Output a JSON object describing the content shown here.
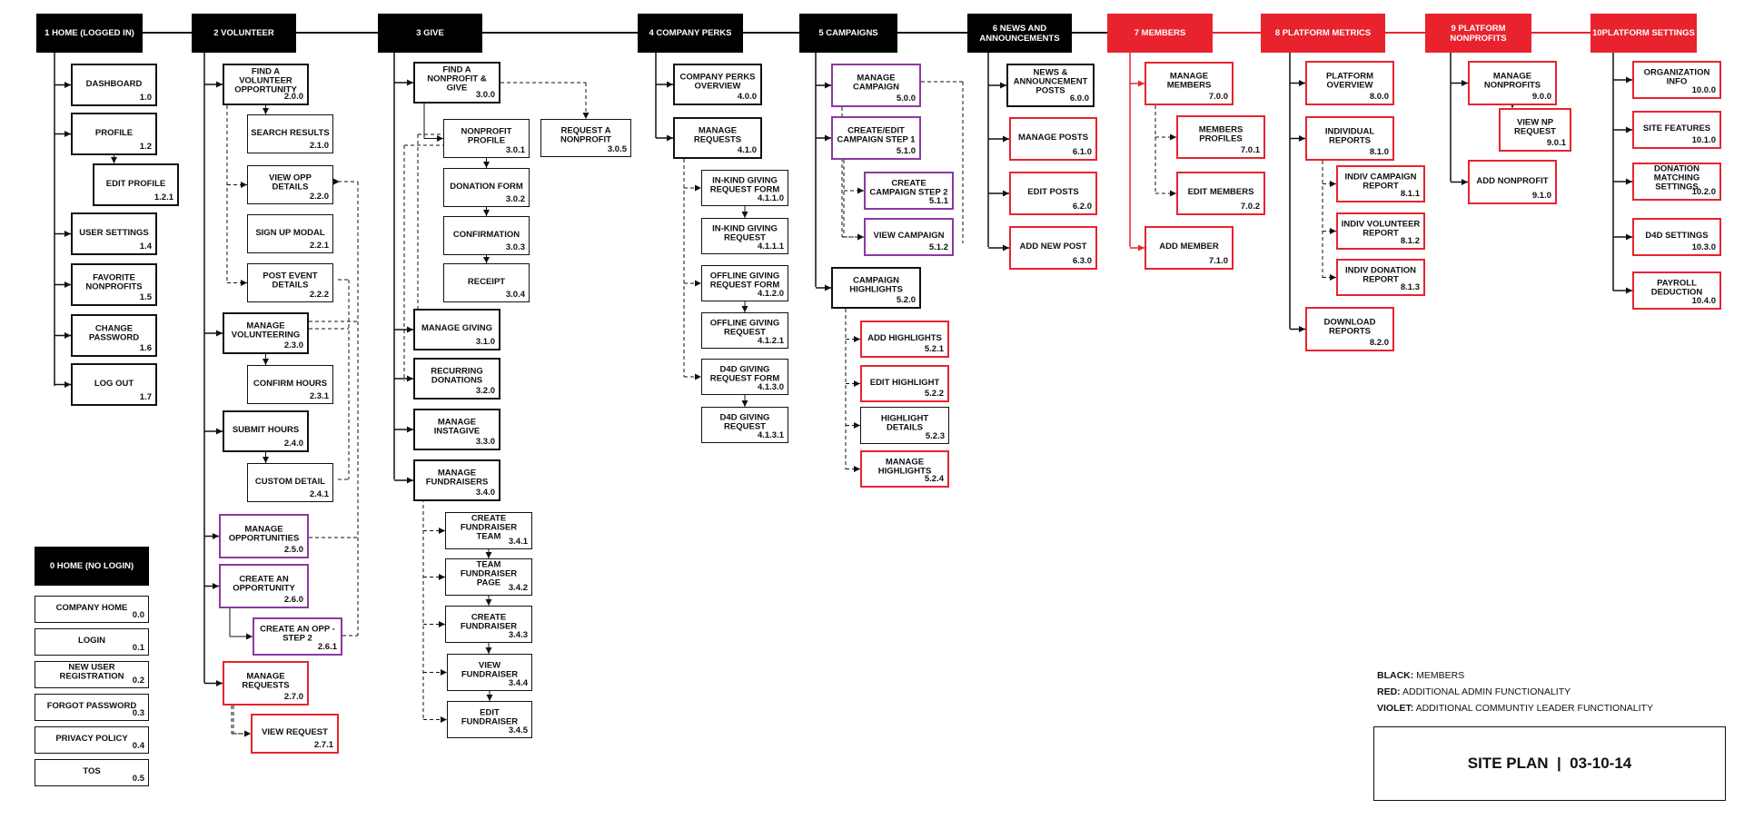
{
  "legend": {
    "black_key": "BLACK:",
    "black_value": "MEMBERS",
    "red_key": "RED:",
    "red_value": "ADDITIONAL ADMIN FUNCTIONALITY",
    "violet_key": "VIOLET:",
    "violet_value": "ADDITIONAL COMMUNTIY LEADER FUNCTIONALITY"
  },
  "title": "SITE PLAN  |  03-10-14",
  "sections": [
    {
      "id": "s1",
      "label": "1 HOME (LOGGED IN)",
      "color": "black"
    },
    {
      "id": "s2",
      "label": "2 VOLUNTEER",
      "color": "black"
    },
    {
      "id": "s3",
      "label": "3 GIVE",
      "color": "black"
    },
    {
      "id": "s4",
      "label": "4 COMPANY PERKS",
      "color": "black"
    },
    {
      "id": "s5",
      "label": "5 CAMPAIGNS",
      "color": "black"
    },
    {
      "id": "s6",
      "label": "6 NEWS AND ANNOUNCEMENTS",
      "color": "black"
    },
    {
      "id": "s7",
      "label": "7 MEMBERS",
      "color": "red"
    },
    {
      "id": "s8",
      "label": "8 PLATFORM METRICS",
      "color": "red"
    },
    {
      "id": "s9",
      "label": "9 PLATFORM NONPROFITS",
      "color": "red"
    },
    {
      "id": "s10",
      "label": "10PLATFORM SETTINGS",
      "color": "red"
    },
    {
      "id": "s0",
      "label": "0 HOME (NO LOGIN)",
      "color": "black"
    }
  ],
  "pages": [
    {
      "id": "p1_0",
      "label": "DASHBOARD",
      "number": "1.0",
      "color": "black"
    },
    {
      "id": "p1_2",
      "label": "PROFILE",
      "number": "1.2",
      "color": "black"
    },
    {
      "id": "p1_2_1",
      "label": "EDIT PROFILE",
      "number": "1.2.1",
      "color": "black"
    },
    {
      "id": "p1_4",
      "label": "USER SETTINGS",
      "number": "1.4",
      "color": "black"
    },
    {
      "id": "p1_5",
      "label": "FAVORITE NONPROFITS",
      "number": "1.5",
      "color": "black"
    },
    {
      "id": "p1_6",
      "label": "CHANGE PASSWORD",
      "number": "1.6",
      "color": "black"
    },
    {
      "id": "p1_7",
      "label": "LOG OUT",
      "number": "1.7",
      "color": "black"
    },
    {
      "id": "p2_0_0",
      "label": "FIND A VOLUNTEER OPPORTUNITY",
      "number": "2.0.0",
      "color": "black"
    },
    {
      "id": "p2_1_0",
      "label": "SEARCH RESULTS",
      "number": "2.1.0",
      "color": "black"
    },
    {
      "id": "p2_2_0",
      "label": "VIEW OPP DETAILS",
      "number": "2.2.0",
      "color": "black"
    },
    {
      "id": "p2_2_1",
      "label": "SIGN UP MODAL",
      "number": "2.2.1",
      "color": "black"
    },
    {
      "id": "p2_2_2",
      "label": "POST EVENT DETAILS",
      "number": "2.2.2",
      "color": "black"
    },
    {
      "id": "p2_3_0",
      "label": "MANAGE VOLUNTEERING",
      "number": "2.3.0",
      "color": "black"
    },
    {
      "id": "p2_3_1",
      "label": "CONFIRM HOURS",
      "number": "2.3.1",
      "color": "black"
    },
    {
      "id": "p2_4_0",
      "label": "SUBMIT HOURS",
      "number": "2.4.0",
      "color": "black"
    },
    {
      "id": "p2_4_1",
      "label": "CUSTOM DETAIL",
      "number": "2.4.1",
      "color": "black"
    },
    {
      "id": "p2_5_0",
      "label": "MANAGE OPPORTUNITIES",
      "number": "2.5.0",
      "color": "violet"
    },
    {
      "id": "p2_6_0",
      "label": "CREATE AN OPPORTUNITY",
      "number": "2.6.0",
      "color": "violet"
    },
    {
      "id": "p2_6_1",
      "label": "CREATE AN OPP - STEP 2",
      "number": "2.6.1",
      "color": "violet"
    },
    {
      "id": "p2_7_0",
      "label": "MANAGE REQUESTS",
      "number": "2.7.0",
      "color": "red"
    },
    {
      "id": "p2_7_1",
      "label": "VIEW REQUEST",
      "number": "2.7.1",
      "color": "red"
    },
    {
      "id": "p3_0_0",
      "label": "FIND A NONPROFIT & GIVE",
      "number": "3.0.0",
      "color": "black"
    },
    {
      "id": "p3_0_1",
      "label": "NONPROFIT PROFILE",
      "number": "3.0.1",
      "color": "black"
    },
    {
      "id": "p3_0_2",
      "label": "DONATION FORM",
      "number": "3.0.2",
      "color": "black"
    },
    {
      "id": "p3_0_3",
      "label": "CONFIRMATION",
      "number": "3.0.3",
      "color": "black"
    },
    {
      "id": "p3_0_4",
      "label": "RECEIPT",
      "number": "3.0.4",
      "color": "black"
    },
    {
      "id": "p3_0_5",
      "label": "REQUEST A NONPROFIT",
      "number": "3.0.5",
      "color": "black"
    },
    {
      "id": "p3_1_0",
      "label": "MANAGE GIVING",
      "number": "3.1.0",
      "color": "black"
    },
    {
      "id": "p3_2_0",
      "label": "RECURRING DONATIONS",
      "number": "3.2.0",
      "color": "black"
    },
    {
      "id": "p3_3_0",
      "label": "MANAGE INSTAGIVE",
      "number": "3.3.0",
      "color": "black"
    },
    {
      "id": "p3_4_0",
      "label": "MANAGE FUNDRAISERS",
      "number": "3.4.0",
      "color": "black"
    },
    {
      "id": "p3_4_1",
      "label": "CREATE FUNDRAISER TEAM",
      "number": "3.4.1",
      "color": "black"
    },
    {
      "id": "p3_4_2",
      "label": "TEAM FUNDRAISER PAGE",
      "number": "3.4.2",
      "color": "black"
    },
    {
      "id": "p3_4_3",
      "label": "CREATE FUNDRAISER",
      "number": "3.4.3",
      "color": "black"
    },
    {
      "id": "p3_4_4",
      "label": "VIEW FUNDRAISER",
      "number": "3.4.4",
      "color": "black"
    },
    {
      "id": "p3_4_5",
      "label": "EDIT FUNDRAISER",
      "number": "3.4.5",
      "color": "black"
    },
    {
      "id": "p4_0_0",
      "label": "COMPANY PERKS OVERVIEW",
      "number": "4.0.0",
      "color": "black"
    },
    {
      "id": "p4_1_0",
      "label": "MANAGE REQUESTS",
      "number": "4.1.0",
      "color": "black"
    },
    {
      "id": "p4_1_1_0",
      "label": "IN-KIND GIVING REQUEST FORM",
      "number": "4.1.1.0",
      "color": "black"
    },
    {
      "id": "p4_1_1_1",
      "label": "IN-KIND GIVING REQUEST",
      "number": "4.1.1.1",
      "color": "black"
    },
    {
      "id": "p4_1_2_0",
      "label": "OFFLINE GIVING REQUEST FORM",
      "number": "4.1.2.0",
      "color": "black"
    },
    {
      "id": "p4_1_2_1",
      "label": "OFFLINE GIVING REQUEST",
      "number": "4.1.2.1",
      "color": "black"
    },
    {
      "id": "p4_1_3_0",
      "label": "D4D GIVING REQUEST FORM",
      "number": "4.1.3.0",
      "color": "black"
    },
    {
      "id": "p4_1_3_1",
      "label": "D4D GIVING REQUEST",
      "number": "4.1.3.1",
      "color": "black"
    },
    {
      "id": "p5_0_0",
      "label": "MANAGE CAMPAIGN",
      "number": "5.0.0",
      "color": "violet"
    },
    {
      "id": "p5_1_0",
      "label": "CREATE/EDIT CAMPAIGN STEP 1",
      "number": "5.1.0",
      "color": "violet"
    },
    {
      "id": "p5_1_1",
      "label": "CREATE CAMPAIGN STEP 2",
      "number": "5.1.1",
      "color": "violet"
    },
    {
      "id": "p5_1_2",
      "label": "VIEW CAMPAIGN",
      "number": "5.1.2",
      "color": "violet"
    },
    {
      "id": "p5_2_0",
      "label": "CAMPAIGN HIGHLIGHTS",
      "number": "5.2.0",
      "color": "black"
    },
    {
      "id": "p5_2_1",
      "label": "ADD HIGHLIGHTS",
      "number": "5.2.1",
      "color": "red"
    },
    {
      "id": "p5_2_2",
      "label": "EDIT HIGHLIGHT",
      "number": "5.2.2",
      "color": "red"
    },
    {
      "id": "p5_2_3",
      "label": "HIGHLIGHT DETAILS",
      "number": "5.2.3",
      "color": "black"
    },
    {
      "id": "p5_2_4",
      "label": "MANAGE HIGHLIGHTS",
      "number": "5.2.4",
      "color": "red"
    },
    {
      "id": "p6_0_0",
      "label": "NEWS & ANNOUNCEMENT POSTS",
      "number": "6.0.0",
      "color": "black"
    },
    {
      "id": "p6_1_0",
      "label": "MANAGE POSTS",
      "number": "6.1.0",
      "color": "red"
    },
    {
      "id": "p6_2_0",
      "label": "EDIT POSTS",
      "number": "6.2.0",
      "color": "red"
    },
    {
      "id": "p6_3_0",
      "label": "ADD NEW POST",
      "number": "6.3.0",
      "color": "red"
    },
    {
      "id": "p7_0_0",
      "label": "MANAGE MEMBERS",
      "number": "7.0.0",
      "color": "red"
    },
    {
      "id": "p7_0_1",
      "label": "MEMBERS PROFILES",
      "number": "7.0.1",
      "color": "red"
    },
    {
      "id": "p7_0_2",
      "label": "EDIT MEMBERS",
      "number": "7.0.2",
      "color": "red"
    },
    {
      "id": "p7_1_0",
      "label": "ADD MEMBER",
      "number": "7.1.0",
      "color": "red"
    },
    {
      "id": "p8_0_0",
      "label": "PLATFORM OVERVIEW",
      "number": "8.0.0",
      "color": "red"
    },
    {
      "id": "p8_1_0",
      "label": "INDIVIDUAL REPORTS",
      "number": "8.1.0",
      "color": "red"
    },
    {
      "id": "p8_1_1",
      "label": "INDIV CAMPAIGN REPORT",
      "number": "8.1.1",
      "color": "red"
    },
    {
      "id": "p8_1_2",
      "label": "INDIV VOLUNTEER REPORT",
      "number": "8.1.2",
      "color": "red"
    },
    {
      "id": "p8_1_3",
      "label": "INDIV DONATION REPORT",
      "number": "8.1.3",
      "color": "red"
    },
    {
      "id": "p8_2_0",
      "label": "DOWNLOAD REPORTS",
      "number": "8.2.0",
      "color": "red"
    },
    {
      "id": "p9_0_0",
      "label": "MANAGE NONPROFITS",
      "number": "9.0.0",
      "color": "red"
    },
    {
      "id": "p9_0_1",
      "label": "VIEW NP REQUEST",
      "number": "9.0.1",
      "color": "red"
    },
    {
      "id": "p9_1_0",
      "label": "ADD NONPROFIT",
      "number": "9.1.0",
      "color": "red"
    },
    {
      "id": "p10_0_0",
      "label": "ORGANIZATION INFO",
      "number": "10.0.0",
      "color": "red"
    },
    {
      "id": "p10_1_0",
      "label": "SITE FEATURES",
      "number": "10.1.0",
      "color": "red"
    },
    {
      "id": "p10_2_0",
      "label": "DONATION MATCHING SETTINGS",
      "number": "10.2.0",
      "color": "red"
    },
    {
      "id": "p10_3_0",
      "label": "D4D SETTINGS",
      "number": "10.3.0",
      "color": "red"
    },
    {
      "id": "p10_4_0",
      "label": "PAYROLL DEDUCTION",
      "number": "10.4.0",
      "color": "red"
    },
    {
      "id": "p0_0",
      "label": "COMPANY HOME",
      "number": "0.0",
      "color": "black"
    },
    {
      "id": "p0_1",
      "label": "LOGIN",
      "number": "0.1",
      "color": "black"
    },
    {
      "id": "p0_2",
      "label": "NEW USER REGISTRATION",
      "number": "0.2",
      "color": "black"
    },
    {
      "id": "p0_3",
      "label": "FORGOT PASSWORD",
      "number": "0.3",
      "color": "black"
    },
    {
      "id": "p0_4",
      "label": "PRIVACY POLICY",
      "number": "0.4",
      "color": "black"
    },
    {
      "id": "p0_5",
      "label": "TOS",
      "number": "0.5",
      "color": "black"
    }
  ],
  "links": [
    {
      "from": "p1_2",
      "to": "p1_2_1",
      "style": "dashed"
    },
    {
      "from": "p2_0_0",
      "to": "p2_1_0",
      "style": "solid"
    },
    {
      "from": "p2_3_0",
      "to": "p2_3_1",
      "style": "solid"
    },
    {
      "from": "p2_4_0",
      "to": "p2_4_1",
      "style": "solid"
    },
    {
      "from": "p2_6_0",
      "to": "p2_6_1",
      "style": "solid"
    },
    {
      "from": "p2_7_0",
      "to": "p2_7_1",
      "style": "dashed"
    },
    {
      "from": "p3_0_0",
      "to": "p3_0_1",
      "style": "solid"
    },
    {
      "from": "p3_0_1",
      "to": "p3_0_2",
      "style": "solid"
    },
    {
      "from": "p3_0_2",
      "to": "p3_0_3",
      "style": "solid"
    },
    {
      "from": "p3_0_3",
      "to": "p3_0_4",
      "style": "solid"
    },
    {
      "from": "p3_0_0",
      "to": "p3_0_5",
      "style": "dashed"
    },
    {
      "from": "p3_4_1",
      "to": "p3_4_2",
      "style": "solid"
    },
    {
      "from": "p3_4_2",
      "to": "p3_4_3",
      "style": "solid"
    },
    {
      "from": "p3_4_3",
      "to": "p3_4_4",
      "style": "solid"
    },
    {
      "from": "p3_4_4",
      "to": "p3_4_5",
      "style": "solid"
    },
    {
      "from": "p4_1_1_0",
      "to": "p4_1_1_1",
      "style": "solid"
    },
    {
      "from": "p4_1_2_0",
      "to": "p4_1_2_1",
      "style": "solid"
    },
    {
      "from": "p4_1_3_0",
      "to": "p4_1_3_1",
      "style": "solid"
    },
    {
      "from": "p5_0_0",
      "to": "p5_1_2",
      "style": "dashed"
    },
    {
      "from": "p7_0_0",
      "to": "p7_0_1",
      "style": "dashed"
    },
    {
      "from": "p7_0_0",
      "to": "p7_0_2",
      "style": "dashed"
    },
    {
      "from": "p9_0_0",
      "to": "p9_0_1",
      "style": "dashed"
    }
  ]
}
